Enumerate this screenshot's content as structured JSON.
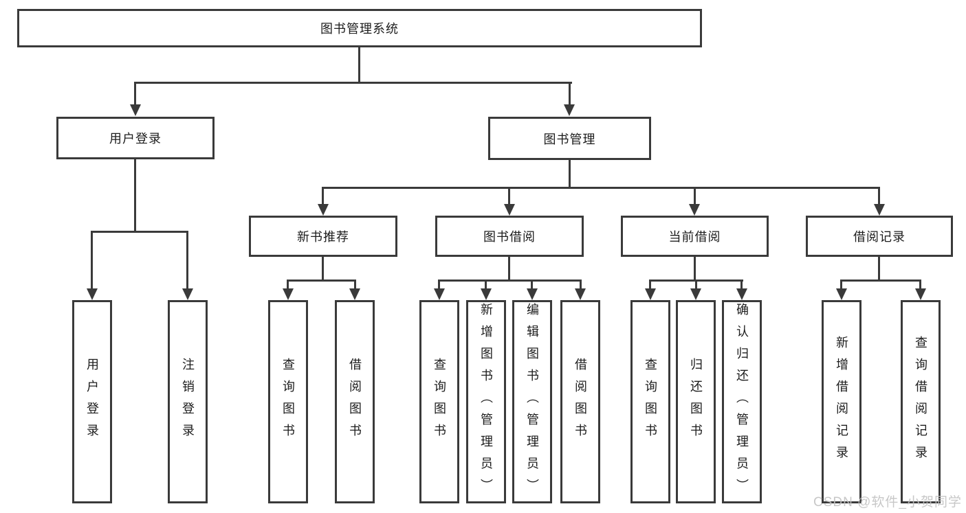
{
  "diagram": {
    "root": {
      "label": "图书管理系统"
    },
    "level2": [
      {
        "label": "用户登录"
      },
      {
        "label": "图书管理"
      }
    ],
    "level3": [
      {
        "label": "新书推荐"
      },
      {
        "label": "图书借阅"
      },
      {
        "label": "当前借阅"
      },
      {
        "label": "借阅记录"
      }
    ],
    "leaves": {
      "login": [
        {
          "label": "用户登录"
        },
        {
          "label": "注销登录"
        }
      ],
      "recommend": [
        {
          "label": "查询图书"
        },
        {
          "label": "借阅图书"
        }
      ],
      "borrow": [
        {
          "label": "查询图书"
        },
        {
          "label": "新增图书（管理员）"
        },
        {
          "label": "编辑图书（管理员）"
        },
        {
          "label": "借阅图书"
        }
      ],
      "current": [
        {
          "label": "查询图书"
        },
        {
          "label": "归还图书"
        },
        {
          "label": "确认归还（管理员）"
        }
      ],
      "records": [
        {
          "label": "新增借阅记录"
        },
        {
          "label": "查询借阅记录"
        }
      ]
    },
    "watermark": "CSDN @软件_小贺同学",
    "colors": {
      "line": "#3a3a3a",
      "text": "#1c1c1c",
      "watermark_text": "#c2c2c2",
      "background": "#ffffff"
    }
  }
}
